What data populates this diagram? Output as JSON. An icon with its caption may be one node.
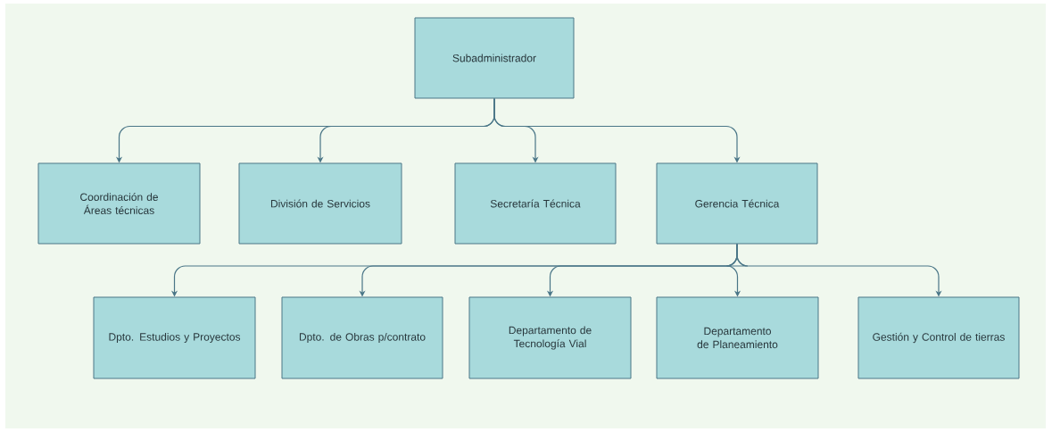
{
  "diagram": {
    "nodes": [
      {
        "text": [
          "Subadministrador"
        ]
      },
      {
        "text": [
          "Coordinación de Áreas técnicas"
        ]
      },
      {
        "text": [
          "División de Servicios"
        ]
      },
      {
        "text": [
          "Secretaría Técnica"
        ]
      },
      {
        "text": [
          "Gerencia Técnica"
        ]
      },
      {
        "text": [
          "Dpto. Estudios y Proyectos"
        ]
      },
      {
        "text": [
          "Dpto. de Obras p/contrato"
        ]
      },
      {
        "text": [
          "Departamento de Tecnología Vial"
        ]
      },
      {
        "text": [
          "Departamento de Planeamiento"
        ]
      },
      {
        "text": [
          "Gestión y Control de tierras"
        ]
      }
    ],
    "edges": [
      {
        "from": 0,
        "to": 1,
        "arrow": "to"
      },
      {
        "from": 0,
        "to": 2,
        "arrow": "to"
      },
      {
        "from": 0,
        "to": 3,
        "arrow": "to"
      },
      {
        "from": 0,
        "to": 4,
        "arrow": "to"
      },
      {
        "from": 4,
        "to": 5,
        "arrow": "to"
      },
      {
        "from": 4,
        "to": 6,
        "arrow": "to"
      },
      {
        "from": 4,
        "to": 7,
        "arrow": "to"
      },
      {
        "from": 4,
        "to": 8,
        "arrow": "to"
      },
      {
        "from": 4,
        "to": 9,
        "arrow": "to"
      }
    ]
  }
}
